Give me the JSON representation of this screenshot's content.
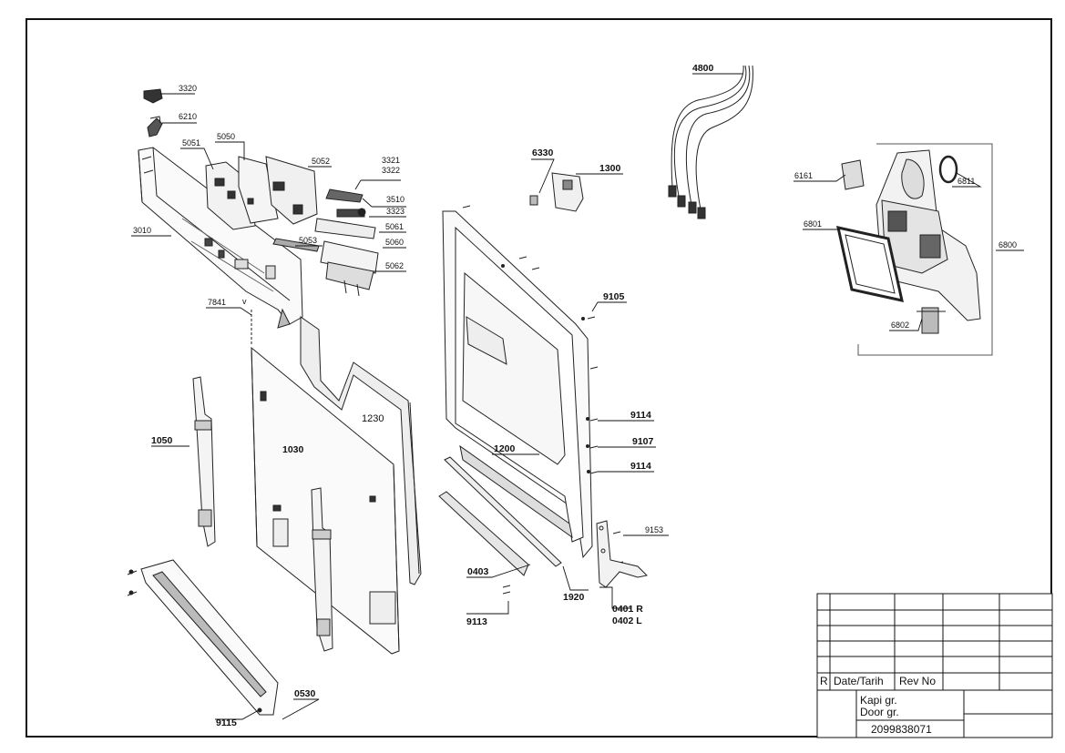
{
  "labels": {
    "p3320": "3320",
    "p6210": "6210",
    "p5050": "5050",
    "p5051": "5051",
    "p5052": "5052",
    "p3321": "3321",
    "p3322": "3322",
    "p3510": "3510",
    "p3323": "3323",
    "p5061": "5061",
    "p5060": "5060",
    "p5062": "5062",
    "p5053": "5053",
    "p3010": "3010",
    "p7841": "7841",
    "p6330": "6330",
    "p1300": "1300",
    "p4800": "4800",
    "p6161": "6161",
    "p6811": "6811",
    "p6801": "6801",
    "p6800": "6800",
    "p6802": "6802",
    "p9105": "9105",
    "p9114a": "9114",
    "p9107": "9107",
    "p9114b": "9114",
    "p9153": "9153",
    "p1230": "1230",
    "p1030": "1030",
    "p1050": "1050",
    "p1200": "1200",
    "p0403": "0403",
    "p1920": "1920",
    "p9113": "9113",
    "p0401": "0401 R",
    "p0402": "0402 L",
    "p0530": "0530",
    "p9115": "9115"
  },
  "title_block": {
    "r": "R",
    "date": "Date/Tarih",
    "rev": "Rev No",
    "name_tr": "Kapi gr.",
    "name_en": "Door gr.",
    "number": "2099838071"
  }
}
